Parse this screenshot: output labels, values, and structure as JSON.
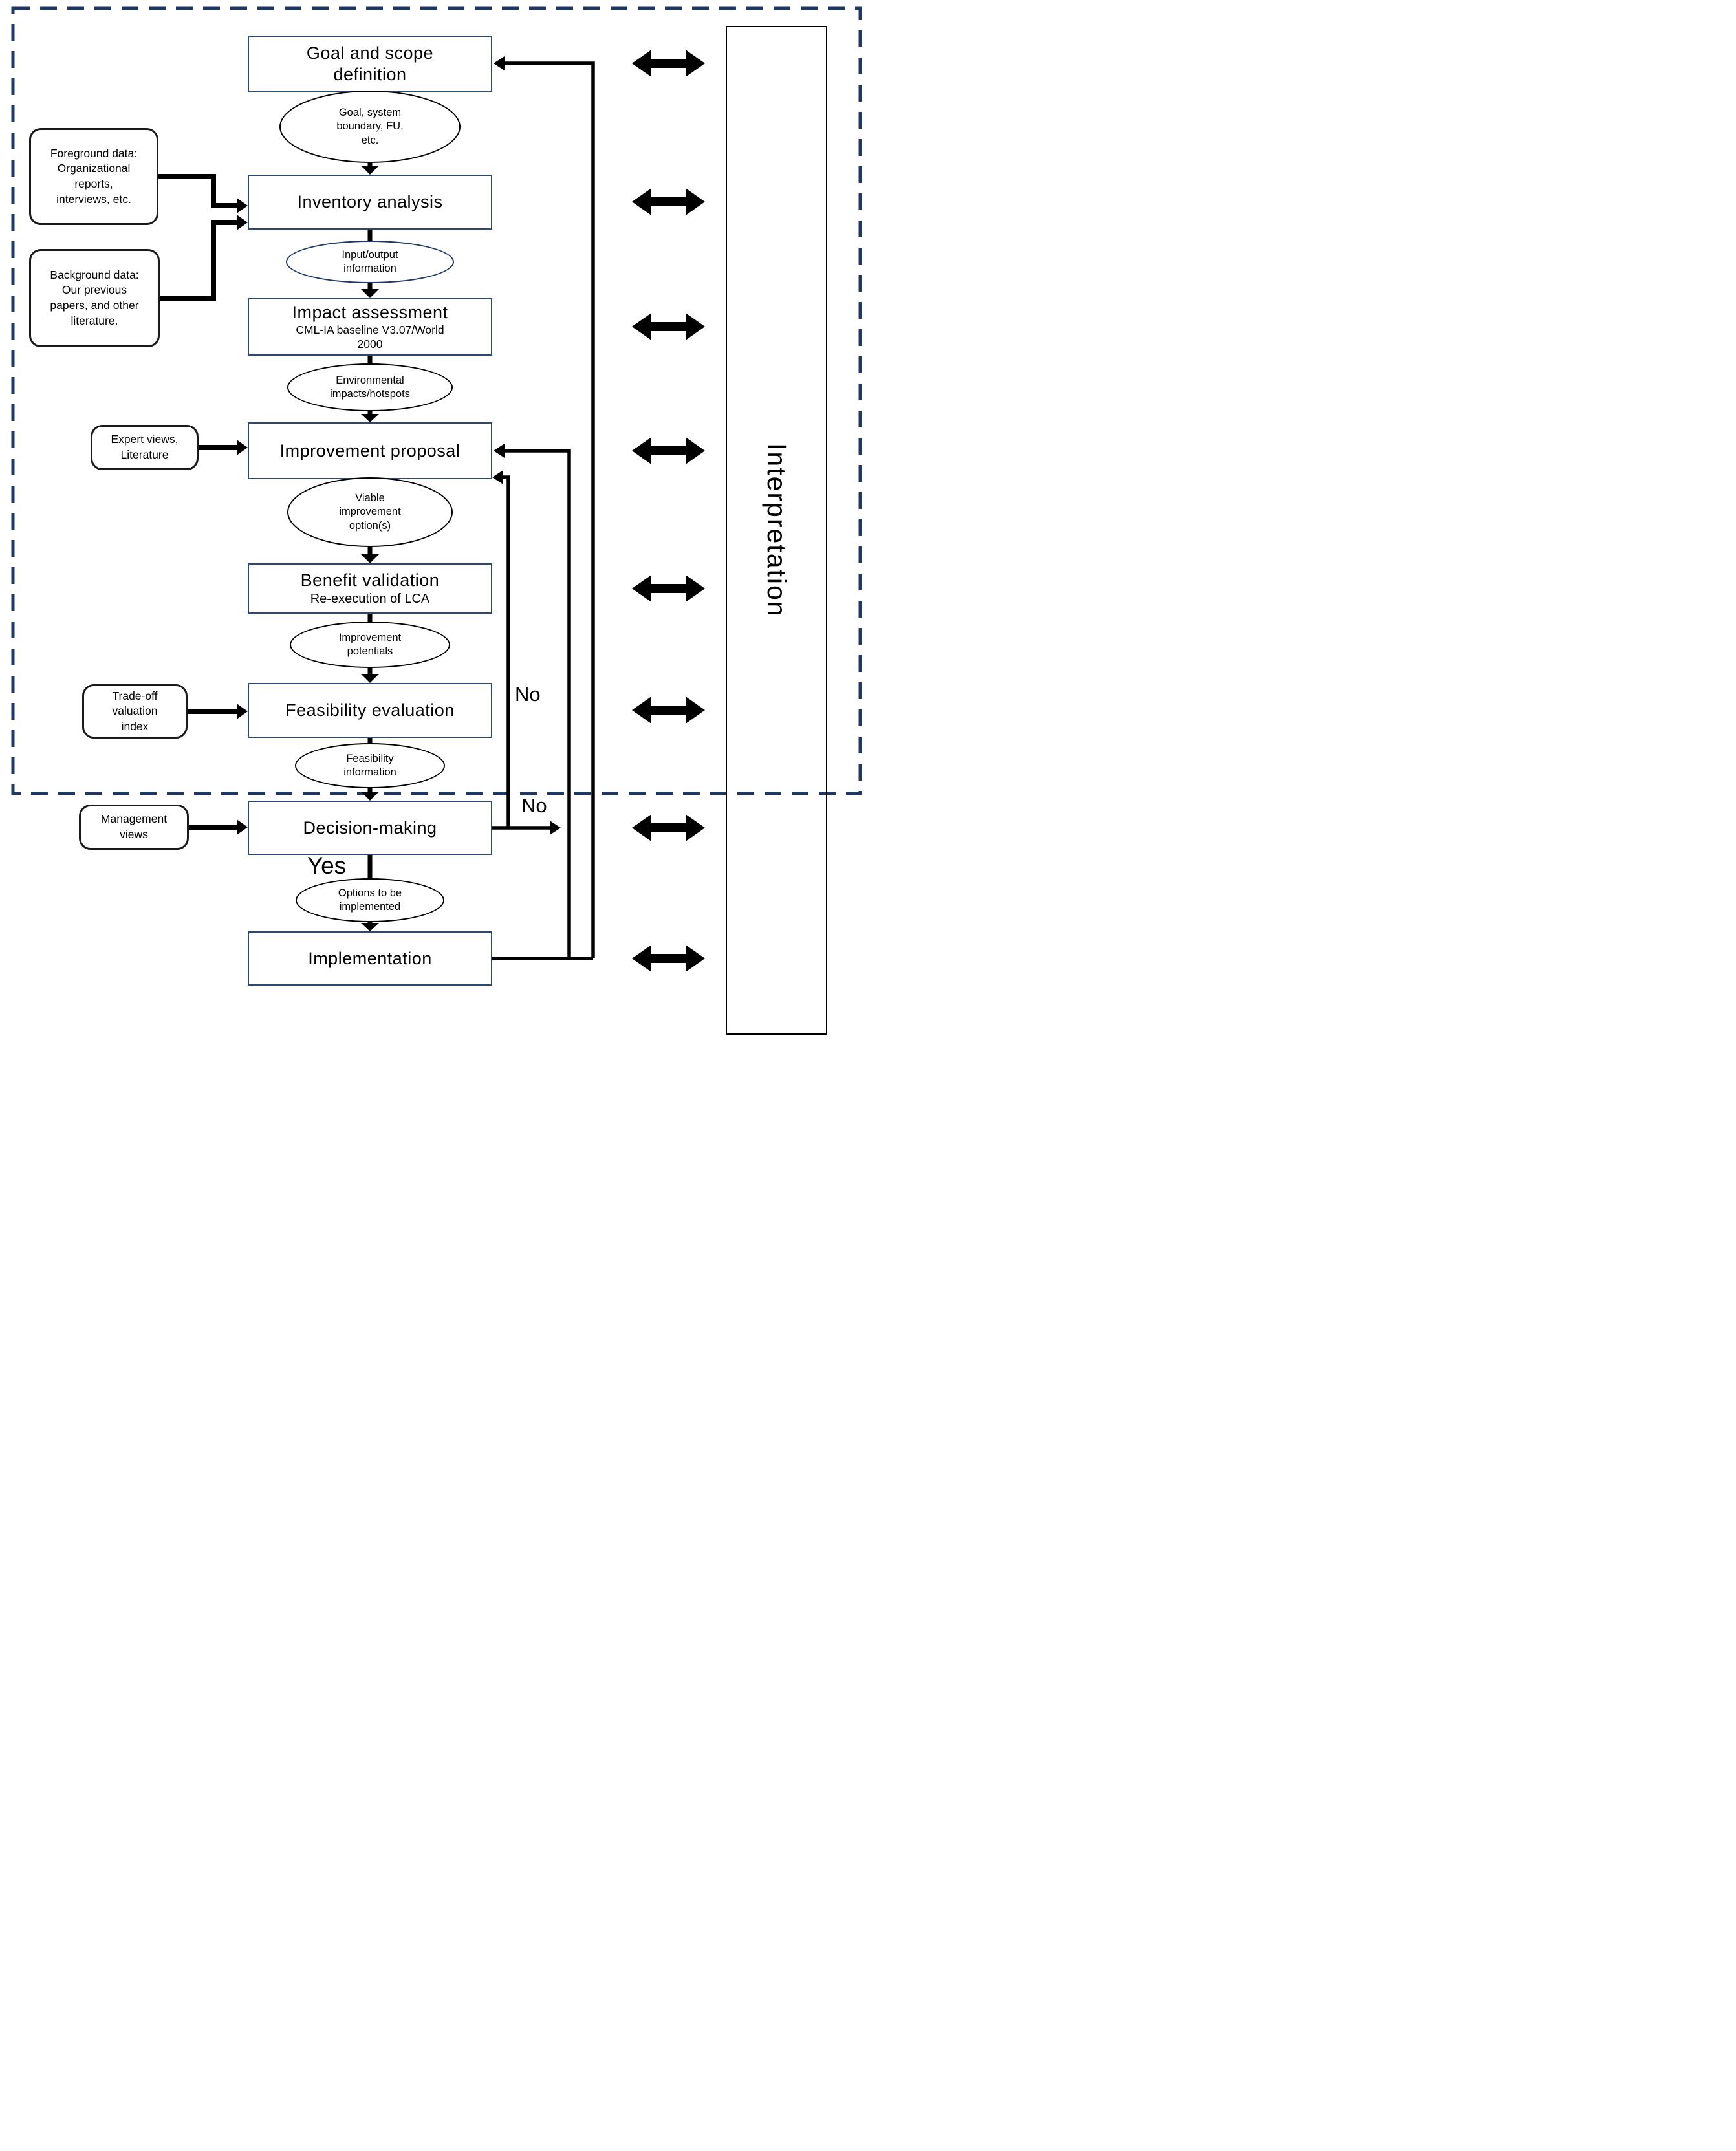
{
  "diagram": {
    "type": "flowchart",
    "topic": "LCA procedure flowchart",
    "stages": {
      "goal": {
        "title": "Goal and scope\ndefinition"
      },
      "inventory": {
        "title": "Inventory analysis"
      },
      "impact": {
        "title": "Impact assessment",
        "subtitle": "CML-IA baseline V3.07/World\n2000"
      },
      "improvement": {
        "title": "Improvement proposal"
      },
      "benefit": {
        "title": "Benefit validation",
        "subtitle": "Re-execution of LCA"
      },
      "feasibility": {
        "title": "Feasibility evaluation"
      },
      "decision": {
        "title": "Decision-making"
      },
      "implementation": {
        "title": "Implementation"
      }
    },
    "flows": {
      "goal_outputs": "Goal, system\nboundary, FU,\netc.",
      "io_information": "Input/output\ninformation",
      "env_impacts": "Environmental\nimpacts/hotspots",
      "viable_options": "Viable\nimprovement\noption(s)",
      "improvement_potentials": "Improvement\npotentials",
      "feasibility_information": "Feasibility\ninformation",
      "options_to_implement": "Options to be\nimplemented"
    },
    "inputs": {
      "foreground": "Foreground data:\nOrganizational\nreports,\ninterviews, etc.",
      "background": "Background data:\nOur previous\npapers, and other\nliterature.",
      "expert": "Expert views,\nLiterature",
      "tradeoff": "Trade-off\nvaluation\nindex",
      "management": "Management\nviews"
    },
    "decision_labels": {
      "yes": "Yes",
      "no_vertical_branch": "No",
      "no_decision_branch": "No"
    },
    "sidebar": {
      "interpretation": "Interpretation"
    },
    "colors": {
      "box_border_navy": "#2d4a6e",
      "dashed_border_navy": "#1f3864",
      "io_ellipse_navy": "#1f3864",
      "line_black": "#000000"
    }
  }
}
